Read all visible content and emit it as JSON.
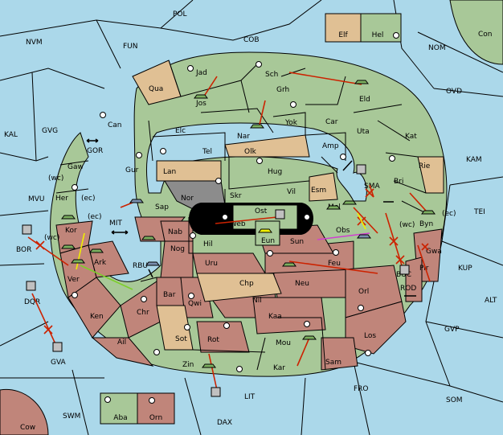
{
  "colors": {
    "sea": "#abd8ea",
    "green": "#a8c898",
    "red": "#c0857a",
    "tan": "#e0c094",
    "grey": "#8c8c8c",
    "order_arrow": "#cc2200",
    "support_yellow": "#f0f000",
    "support_green": "#7ccf2a",
    "support_magenta": "#d040d0"
  },
  "sea_regions": [
    "POL",
    "NVM",
    "FUN",
    "COB",
    "NOM",
    "Con",
    "KAL",
    "GVG",
    "MVU",
    "BOR",
    "DQR",
    "GVA",
    "SWM",
    "Cow",
    "DAX",
    "LIT",
    "FRO",
    "SOM",
    "GVP",
    "ALT",
    "KUP",
    "TEI",
    "KAM",
    "OVD",
    "MIT",
    "RBU",
    "GOR",
    "SMA",
    "BUC",
    "ROD"
  ],
  "provinces": [
    "Jad",
    "Sch",
    "Qua",
    "Jos",
    "Grh",
    "Eld",
    "Can",
    "Elc",
    "Nar",
    "Yok",
    "Car",
    "Uta",
    "Kat",
    "Olk",
    "Tel",
    "Amp",
    "Gur",
    "Lan",
    "Hug",
    "Rie",
    "Bri",
    "Esm",
    "Vil",
    "Nor",
    "Skr",
    "Ost",
    "Mel",
    "Sap",
    "Web",
    "Eun",
    "Byn",
    "Gaw",
    "Her",
    "Nab",
    "Hil",
    "Sun",
    "Obs",
    "Kor",
    "Nog",
    "Uru",
    "Feu",
    "Gwa",
    "Pir",
    "Ark",
    "Ver",
    "Chp",
    "Neu",
    "Orl",
    "Bar",
    "Qwi",
    "Nil",
    "Ken",
    "Chr",
    "Kaa",
    "Sot",
    "Mou",
    "Los",
    "Ail",
    "Rot",
    "Sam",
    "Zin",
    "Kar",
    "Elf",
    "Hel",
    "Aba",
    "Orn"
  ],
  "coast_markers": [
    "(wc)",
    "(ec)",
    "(ec)",
    "(wc)",
    "(ec)",
    "(wc)"
  ],
  "legend": {
    "top": [
      "Elf",
      "Hel"
    ],
    "bottom": [
      "Aba",
      "Orn"
    ]
  }
}
